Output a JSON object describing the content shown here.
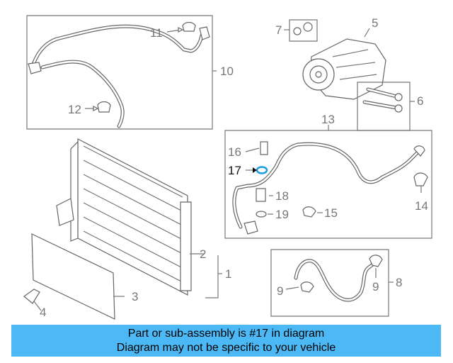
{
  "callouts": {
    "c1": "1",
    "c2": "2",
    "c3": "3",
    "c4": "4",
    "c5": "5",
    "c6": "6",
    "c7": "7",
    "c8": "8",
    "c9a": "9",
    "c9b": "9",
    "c10": "10",
    "c11": "11",
    "c12": "12",
    "c13": "13",
    "c14": "14",
    "c15": "15",
    "c16": "16",
    "c17": "17",
    "c18": "18",
    "c19": "19"
  },
  "highlighted_part": "17",
  "banner": {
    "line1": "Part or sub-assembly is #17 in diagram",
    "line2": "Diagram may not be specific to your vehicle",
    "color": "#4cb8f5"
  },
  "colors": {
    "line": "#777777",
    "highlight": "#1a9be6"
  }
}
